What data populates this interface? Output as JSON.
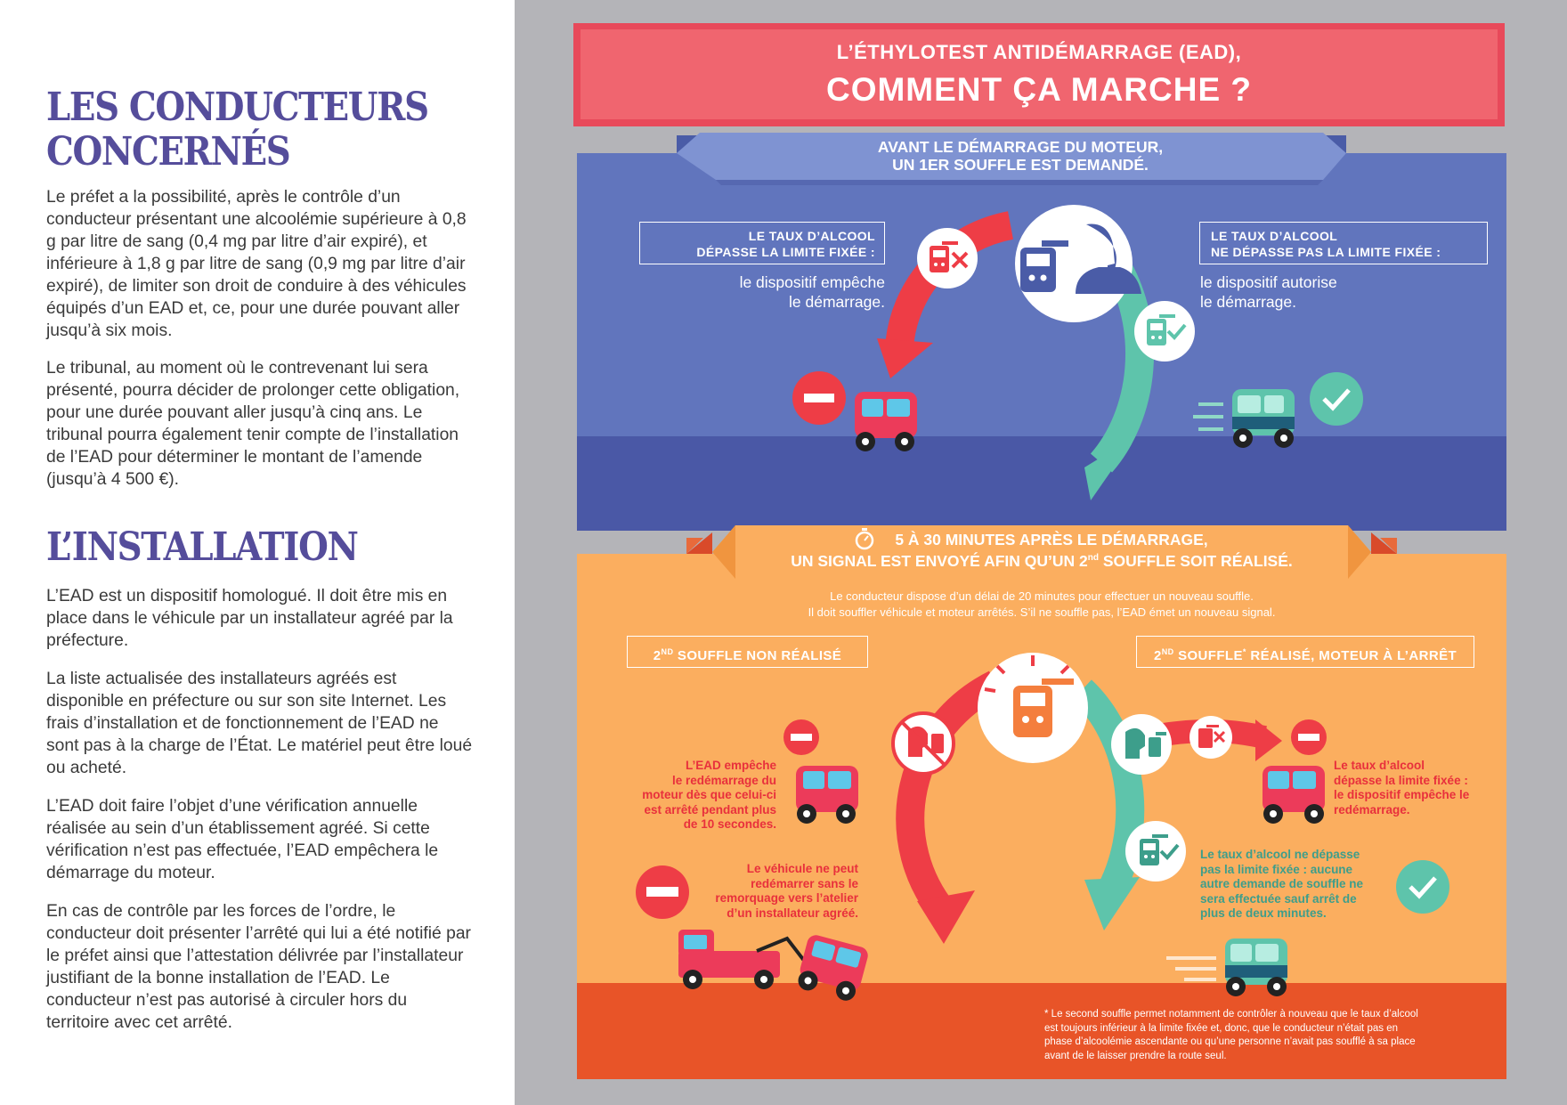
{
  "left": {
    "heading1_line1": "LES CONDUCTEURS",
    "heading1_line2": "CONCERNÉS",
    "p1": "Le préfet a la possibilité, après le contrôle d’un conducteur présentant une alcoolémie supérieure à 0,8 g par litre de sang (0,4 mg par litre d’air expiré), et inférieure à 1,8 g par litre de sang (0,9 mg par litre d’air expiré), de limiter son droit de conduire à des véhicules équipés d’un EAD et, ce, pour une durée pouvant aller jusqu’à six mois.",
    "p2": "Le tribunal, au moment où le contrevenant lui sera présenté, pourra décider de prolonger cette obligation, pour une durée pouvant aller jusqu’à cinq ans. Le tribunal pourra également tenir compte de l’installation de l’EAD pour déterminer le montant de l’amende (jusqu’à 4 500 €).",
    "heading2": "L’INSTALLATION",
    "p3": "L’EAD est un dispositif homologué. Il doit être mis en place dans le véhicule par un installateur agréé par la préfecture.",
    "p4": "La liste actualisée des installateurs agréés est disponible en préfecture ou sur son site Internet. Les frais d’installation et de fonctionnement de l’EAD ne sont pas à la charge de l’État. Le matériel peut être loué ou acheté.",
    "p5": "L’EAD doit faire l’objet d’une vérification annuelle réalisée au sein d’un établissement agréé. Si cette vérification n’est pas effectuée, l’EAD empêchera le démarrage du moteur.",
    "p6": "En cas de contrôle par les forces de l’ordre, le conducteur doit présenter l’arrêté qui lui a été notifié par le préfet ainsi que l’attestation délivrée par l’installateur justifiant de la bonne installation de l’EAD. Le conducteur n’est pas autorisé à circuler hors du territoire avec cet arrêté."
  },
  "infographic": {
    "title_small": "L’ÉTHYLOTEST ANTIDÉMARRAGE (EAD),",
    "title_large": "COMMENT ÇA MARCHE ?",
    "blue": {
      "ribbon_line1": "AVANT LE DÉMARRAGE DU MOTEUR,",
      "ribbon_line2": "UN 1ER SOUFFLE EST DEMANDÉ.",
      "left_box_line1": "LE TAUX D’ALCOOL",
      "left_box_line2": "DÉPASSE LA LIMITE FIXÉE :",
      "left_text_line1": "le dispositif empêche",
      "left_text_line2": "le démarrage.",
      "right_box_line1": "LE TAUX D’ALCOOL",
      "right_box_line2": "NE DÉPASSE PAS LA LIMITE FIXÉE :",
      "right_text_line1": "le dispositif autorise",
      "right_text_line2": "le démarrage."
    },
    "orange": {
      "ribbon_line1": "5 À 30 MINUTES APRÈS LE DÉMARRAGE,",
      "ribbon_line2_a": "UN SIGNAL EST ENVOYÉ AFIN QU’UN 2",
      "ribbon_line2_sup": "nd",
      "ribbon_line2_b": " SOUFFLE SOIT RÉALISÉ.",
      "intro_line1": "Le conducteur dispose d’un délai de 20 minutes pour effectuer un nouveau souffle.",
      "intro_line2": "Il doit souffler véhicule et moteur arrêtés. S’il ne souffle pas, l’EAD émet un nouveau signal.",
      "left_box_a": "2",
      "left_box_sup": "ND",
      "left_box_b": " SOUFFLE NON RÉALISÉ",
      "right_box_a": "2",
      "right_box_sup": "ND",
      "right_box_b": " SOUFFLE",
      "right_box_star": "*",
      "right_box_c": " RÉALISÉ, MOTEUR À L’ARRÊT",
      "red_text_1": [
        "L’EAD empêche",
        "le redémarrage du",
        "moteur dès que celui-ci",
        "est arrêté pendant plus",
        "de 10 secondes."
      ],
      "red_text_2": [
        "Le véhicule ne peut",
        "redémarrer sans le",
        "remorquage vers l’atelier",
        "d’un installateur agréé."
      ],
      "red_text_3": [
        "Le taux d’alcool",
        "dépasse la limite fixée :",
        "le dispositif empêche le",
        "redémarrage."
      ],
      "teal_text": [
        "Le taux d’alcool ne dépasse",
        "pas la limite fixée : aucune",
        "autre demande de souffle ne",
        "sera effectuée sauf arrêt de",
        "plus de deux minutes."
      ],
      "footnote": [
        "* Le second souffle permet notamment de contrôler à nouveau que le taux d’alcool",
        "est toujours inférieur à la limite fixée et, donc, que le conducteur n’était pas en",
        "phase d’alcoolémie ascendante ou qu’une personne n’avait pas soufflé à sa place",
        "avant de le laisser prendre la route seul."
      ]
    }
  },
  "colors": {
    "heading": "#554d9b",
    "red": "#e8303c",
    "teal": "#5ec4ab",
    "blue": "#6175bd",
    "orange": "#fbae5f"
  }
}
